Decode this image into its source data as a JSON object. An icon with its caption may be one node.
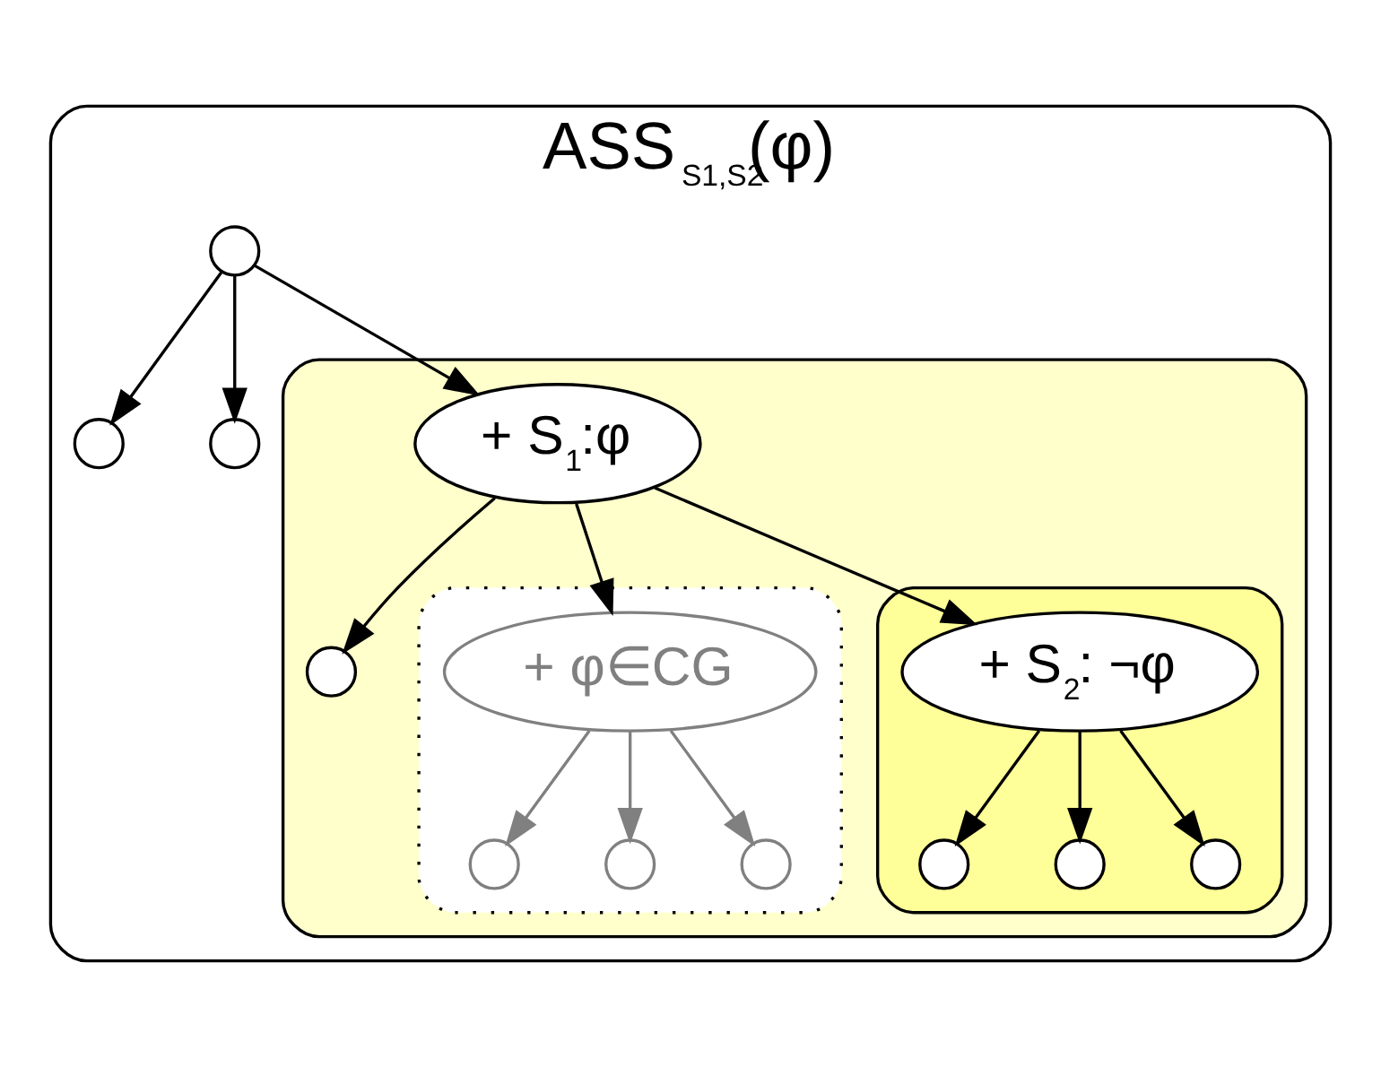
{
  "diagram": {
    "nodes": [
      {
        "text": [
          "ASS$_{S1,S2}$(φ)"
        ]
      },
      {
        "text": [],
        "shape": "circle",
        "in": 0
      },
      {
        "text": [],
        "shape": "circle",
        "in": 0
      },
      {
        "text": [],
        "shape": "circle",
        "in": 0
      },
      {
        "text": [],
        "shape": "box",
        "in": 0
      },
      {
        "text": [
          "+ S$_{1}$:φ"
        ],
        "in": 4
      },
      {
        "text": [],
        "shape": "circle",
        "in": 4
      },
      {
        "text": [],
        "shape": "box",
        "in": 4
      },
      {
        "text": [
          "+ φ∈CG"
        ],
        "in": 7
      },
      {
        "text": [],
        "shape": "circle",
        "in": 7
      },
      {
        "text": [],
        "shape": "circle",
        "in": 7
      },
      {
        "text": [],
        "shape": "circle",
        "in": 7
      },
      {
        "text": [],
        "shape": "box",
        "in": 4
      },
      {
        "text": [
          "+ S$_{2}$: ¬φ"
        ],
        "in": 12
      },
      {
        "text": [],
        "shape": "circle",
        "in": 12
      },
      {
        "text": [],
        "shape": "circle",
        "in": 12
      },
      {
        "text": [],
        "shape": "circle",
        "in": 12
      }
    ],
    "edges": [
      {
        "from": 1,
        "to": 2,
        "arrow": "to"
      },
      {
        "from": 1,
        "to": 3,
        "arrow": "to"
      },
      {
        "from": 1,
        "to": 5,
        "arrow": "to"
      },
      {
        "from": 5,
        "to": 8,
        "arrow": "to"
      },
      {
        "from": 5,
        "to": 13,
        "arrow": "to"
      },
      {
        "from": 5,
        "to": 6,
        "arrow": "to"
      },
      {
        "from": 8,
        "to": 9,
        "arrow": "to",
        "color": "#808080"
      },
      {
        "from": 8,
        "to": 10,
        "arrow": "to",
        "color": "#808080"
      },
      {
        "from": 8,
        "to": 11,
        "arrow": "to",
        "color": "#808080"
      },
      {
        "from": 13,
        "to": 14,
        "arrow": "to"
      },
      {
        "from": 13,
        "to": 15,
        "arrow": "to"
      },
      {
        "from": 13,
        "to": 16,
        "arrow": "to"
      }
    ]
  }
}
